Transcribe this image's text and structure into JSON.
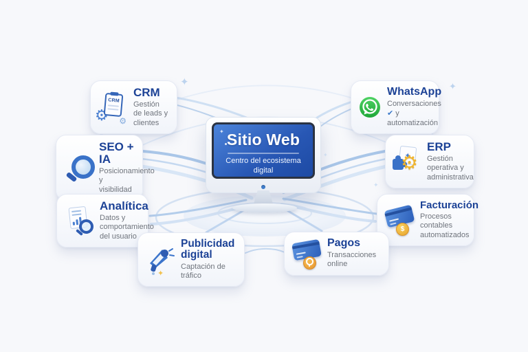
{
  "center": {
    "title": "Sitio Web",
    "subtitle": "Centro del ecosistema digital"
  },
  "nodes": [
    {
      "id": "crm",
      "title": "CRM",
      "desc": "Gestión de leads y clientes",
      "icon": "crm-clipboard-gear-icon",
      "icon_label": "CRM"
    },
    {
      "id": "seo",
      "title": "SEO + IA",
      "desc": "Posicionamiento y visibilidad",
      "icon": "magnifier-icon"
    },
    {
      "id": "analitica",
      "title": "Analítica",
      "desc": "Datos y comportamiento del usuario",
      "icon": "report-magnifier-icon"
    },
    {
      "id": "publicidad",
      "title": "Publicidad digital",
      "desc": "Captación de tráfico",
      "icon": "megaphone-icon"
    },
    {
      "id": "whatsapp",
      "title": "WhatsApp",
      "desc_line1": "Conversaciones",
      "desc_line2": "y automatización",
      "icon": "whatsapp-icon"
    },
    {
      "id": "erp",
      "title": "ERP",
      "desc": "Gestión operativa y administrativa",
      "icon": "puzzle-gear-icon"
    },
    {
      "id": "facturacion",
      "title": "Facturación",
      "desc": "Procesos contables automatizados",
      "icon": "card-coin-icon",
      "coin_symbol": "$"
    },
    {
      "id": "pagos",
      "title": "Pagos",
      "desc": "Transacciones online",
      "icon": "card-pin-icon"
    }
  ],
  "icons": {
    "gear": "⚙",
    "sparkle": "✦",
    "check": "✔"
  },
  "colors": {
    "background": "#f7f8fb",
    "title_blue": "#1c4296",
    "desc_gray": "#6f747c",
    "screen_blue": "#2857b4",
    "connector_blue": "#b7cfec",
    "whatsapp_green": "#2fb943",
    "gear_yellow": "#f0b42c",
    "coin_orange": "#e8952e"
  }
}
